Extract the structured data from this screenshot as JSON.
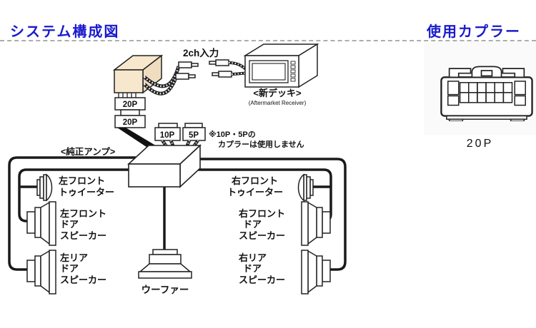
{
  "page": {
    "left_title": "システム構成図",
    "right_title": "使用カプラー"
  },
  "coupler_panel": {
    "pin_label": "20P"
  },
  "diagram": {
    "input_label": "2ch入力",
    "deck_label": "<新デッキ>",
    "deck_sublabel": "(Aftermarket Receiver)",
    "amp_label": "<純正アンプ>",
    "adapter_connector1": "20P",
    "adapter_connector2": "20P",
    "unused_connector_10p": "10P",
    "unused_connector_5p": "5P",
    "note_line1": "※10P・5Pの",
    "note_line2": "カプラーは使用しません",
    "speakers": {
      "left_front_tweeter": {
        "line1": "左フロント",
        "line2": "トゥイーター"
      },
      "left_front_door": {
        "line1": "左フロント",
        "line2": "ドア",
        "line3": "スピーカー"
      },
      "left_rear_door": {
        "line1": "左リア",
        "line2": "ドア",
        "line3": "スピーカー"
      },
      "right_front_tweeter": {
        "line1": "右フロント",
        "line2": "トゥイーター"
      },
      "right_front_door": {
        "line1": "右フロント",
        "line2": "ドア",
        "line3": "スピーカー"
      },
      "right_rear_door": {
        "line1": "右リア",
        "line2": "ドア",
        "line3": "スピーカー"
      },
      "woofer": "ウーファー"
    }
  },
  "colors": {
    "title_blue": "#1a1acc",
    "adapter_tan": "#f6e7cd",
    "panel_gray": "#fafafa",
    "line": "#1a1a1a"
  }
}
